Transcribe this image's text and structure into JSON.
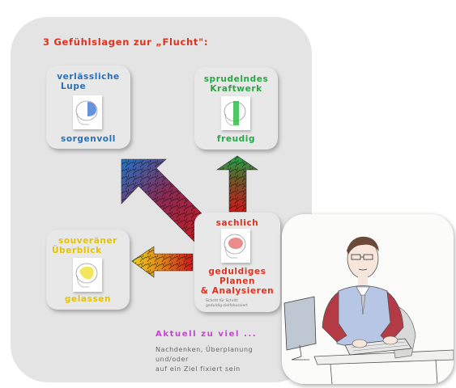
{
  "title": "3 Gefühlslagen zur „Flucht\":",
  "boxes": {
    "lupe": {
      "top_line1": "verlässliche",
      "top_line2": "Lupe",
      "bottom": "sorgenvoll"
    },
    "kraftwerk": {
      "top_line1": "sprudelndes",
      "top_line2": "Kraftwerk",
      "bottom": "freudig"
    },
    "ueberblick": {
      "top_line1": "souveräner",
      "top_line2": "Überblick",
      "bottom": "gelassen"
    },
    "sachlich": {
      "top": "sachlich",
      "line1": "geduldiges",
      "line2": "Planen",
      "line3": "& Analysieren",
      "fine1": "Schritt für Schritt",
      "fine2": "geduldig-zielfokussiert"
    }
  },
  "current": {
    "heading": "Aktuell zu viel ...",
    "line1": "Nachdenken, Überplanung",
    "line2": "und/oder",
    "line3": "auf ein Ziel fixiert sein"
  },
  "colors": {
    "title": "#e0301e",
    "sorgenvoll": "#2a6fb5",
    "freudig": "#2aa645",
    "gelassen": "#e6c400",
    "sachlich": "#e0301e",
    "current": "#cc3fd6"
  }
}
